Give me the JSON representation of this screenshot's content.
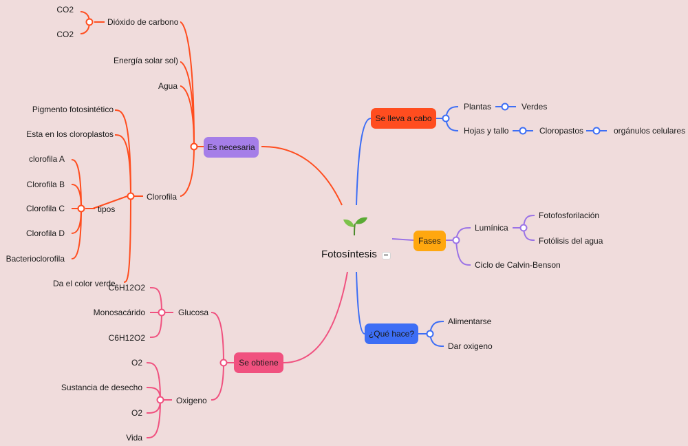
{
  "central": {
    "title": "Fotosíntesis"
  },
  "colors": {
    "background": "#f0dcdc",
    "necesaria": "#ff4d1f",
    "obtiene": "#f0517f",
    "lleva": "#3d6ef5",
    "fases": "#9a72e6",
    "hace": "#3d6ef5"
  },
  "branches": {
    "necesaria": {
      "label": "Es necesaria",
      "dioxido": {
        "label": "Dióxido de carbono",
        "items": [
          "CO2",
          "CO2"
        ]
      },
      "energia": "Energía solar sol)",
      "agua": "Agua",
      "clorofila": {
        "label": "Clorofila",
        "pigmento": "Pigmento fotosintético",
        "cloroplastos": "Esta en los cloroplastos",
        "tipos": {
          "label": "tipos",
          "items": [
            "clorofila A",
            "Clorofila B",
            "Clorofila C",
            "Clorofila D",
            "Bacterioclorofila"
          ]
        },
        "color": "Da el color verde"
      }
    },
    "obtiene": {
      "label": "Se obtiene",
      "glucosa": {
        "label": "Glucosa",
        "items": [
          "C6H12O2",
          "Monosacárido",
          "C6H12O2"
        ]
      },
      "oxigeno": {
        "label": "Oxigeno",
        "items": [
          "O2",
          "Sustancia de desecho",
          "O2",
          "Vida"
        ]
      }
    },
    "lleva": {
      "label": "Se lleva a cabo",
      "plantas": "Plantas",
      "verdes": "Verdes",
      "hojas": "Hojas y tallo",
      "cloropastos": "Cloropastos",
      "organulos": "orgánulos celulares"
    },
    "fases": {
      "label": "Fases",
      "luminica": {
        "label": "Lumínica",
        "items": [
          "Fotofosforilación",
          "Fotólisis del agua"
        ]
      },
      "calvin": "Ciclo de Calvin-Benson"
    },
    "hace": {
      "label": "¿Qué hace?",
      "items": [
        "Alimentarse",
        "Dar oxigeno"
      ]
    }
  }
}
